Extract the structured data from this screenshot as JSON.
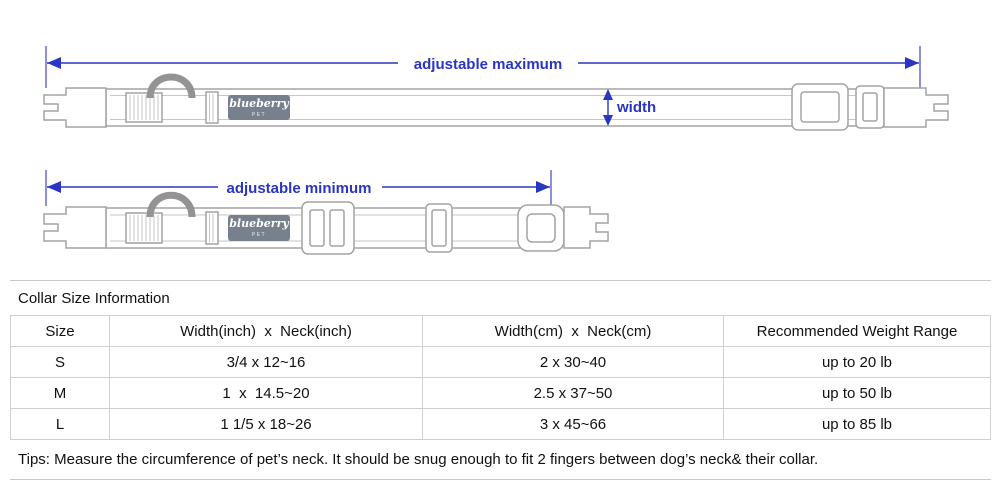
{
  "diagram": {
    "dimension_labels": {
      "adjustable_maximum": "adjustable maximum",
      "adjustable_minimum": "adjustable minimum",
      "width": "width"
    },
    "brand_tag": {
      "name": "blueberry",
      "sub": "PET"
    },
    "accent_color": "#2a35c3",
    "line_color": "#a3a3a3"
  },
  "info": {
    "title": "Collar Size Information",
    "table": {
      "headers": [
        "Size",
        "Width(inch)  x  Neck(inch)",
        "Width(cm)  x  Neck(cm)",
        "Recommended Weight Range"
      ],
      "rows": [
        [
          "S",
          "3/4 x 12~16",
          "2 x 30~40",
          "up to 20 lb"
        ],
        [
          "M",
          "1  x  14.5~20",
          "2.5 x 37~50",
          "up to 50 lb"
        ],
        [
          "L",
          "1 1/5 x 18~26",
          "3 x 45~66",
          "up to 85 lb"
        ]
      ]
    },
    "tips": "Tips: Measure the circumference of pet’s neck. It should be snug enough to fit 2 fingers between dog’s neck& their collar."
  }
}
